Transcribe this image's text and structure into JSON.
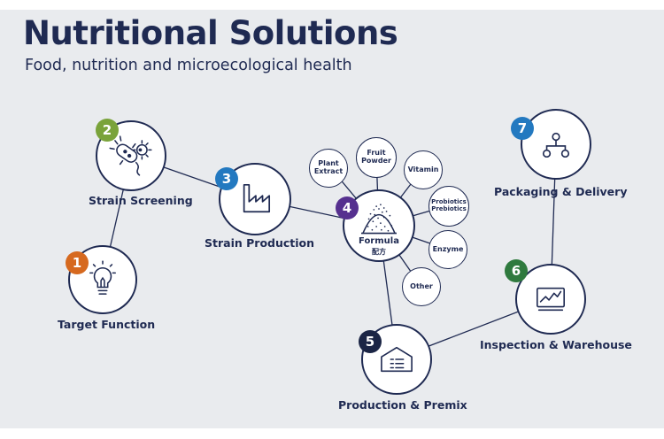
{
  "title": "Nutritional Solutions",
  "subtitle": "Food, nutrition and microecological health",
  "colors": {
    "navy": "#1f2a52",
    "orange": "#d6691f",
    "green": "#7aa33a",
    "blue": "#2379c0",
    "purple": "#56308f",
    "dark_navy": "#1b2545",
    "dark_green": "#2f7a3e"
  },
  "steps": [
    {
      "number": "1",
      "label": "Target Function",
      "icon": "lightbulb-icon"
    },
    {
      "number": "2",
      "label": "Strain Screening",
      "icon": "bacteria-icon"
    },
    {
      "number": "3",
      "label": "Strain Production",
      "icon": "factory-icon"
    },
    {
      "number": "4",
      "label": "Formula",
      "sublabel": "配方",
      "icon": "powder-pile-icon"
    },
    {
      "number": "5",
      "label": "Production & Premix",
      "icon": "warehouse-icon"
    },
    {
      "number": "6",
      "label": "Inspection & Warehouse",
      "icon": "monitor-chart-icon"
    },
    {
      "number": "7",
      "label": "Packaging & Delivery",
      "icon": "network-icon"
    }
  ],
  "formula_options": [
    {
      "line1": "Plant",
      "line2": "Extract"
    },
    {
      "line1": "Fruit",
      "line2": "Powder"
    },
    {
      "line1": "Vitamin",
      "line2": ""
    },
    {
      "line1": "Probiotics",
      "line2": "Prebiotics"
    },
    {
      "line1": "Enzyme",
      "line2": ""
    },
    {
      "line1": "Other",
      "line2": ""
    }
  ]
}
